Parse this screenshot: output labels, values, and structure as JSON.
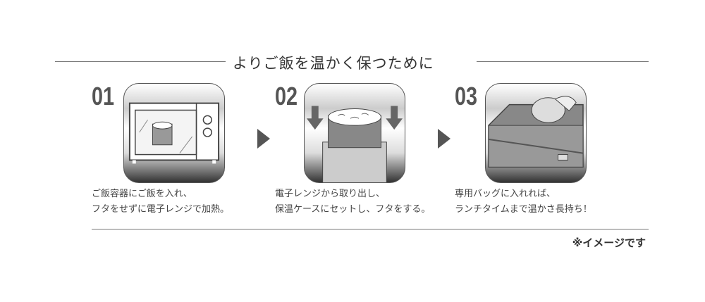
{
  "title": "よりご飯を温かく保つために",
  "steps": [
    {
      "number": "01",
      "lines": [
        "ご飯容器にご飯を入れ、",
        "フタをせずに電子レンジで加熱。"
      ]
    },
    {
      "number": "02",
      "lines": [
        "電子レンジから取り出し、",
        "保温ケースにセットし、フタをする。"
      ]
    },
    {
      "number": "03",
      "lines": [
        "専用バッグに入れれば、",
        "ランチタイムまで温かさ長持ち！"
      ]
    }
  ],
  "note": "※イメージです"
}
